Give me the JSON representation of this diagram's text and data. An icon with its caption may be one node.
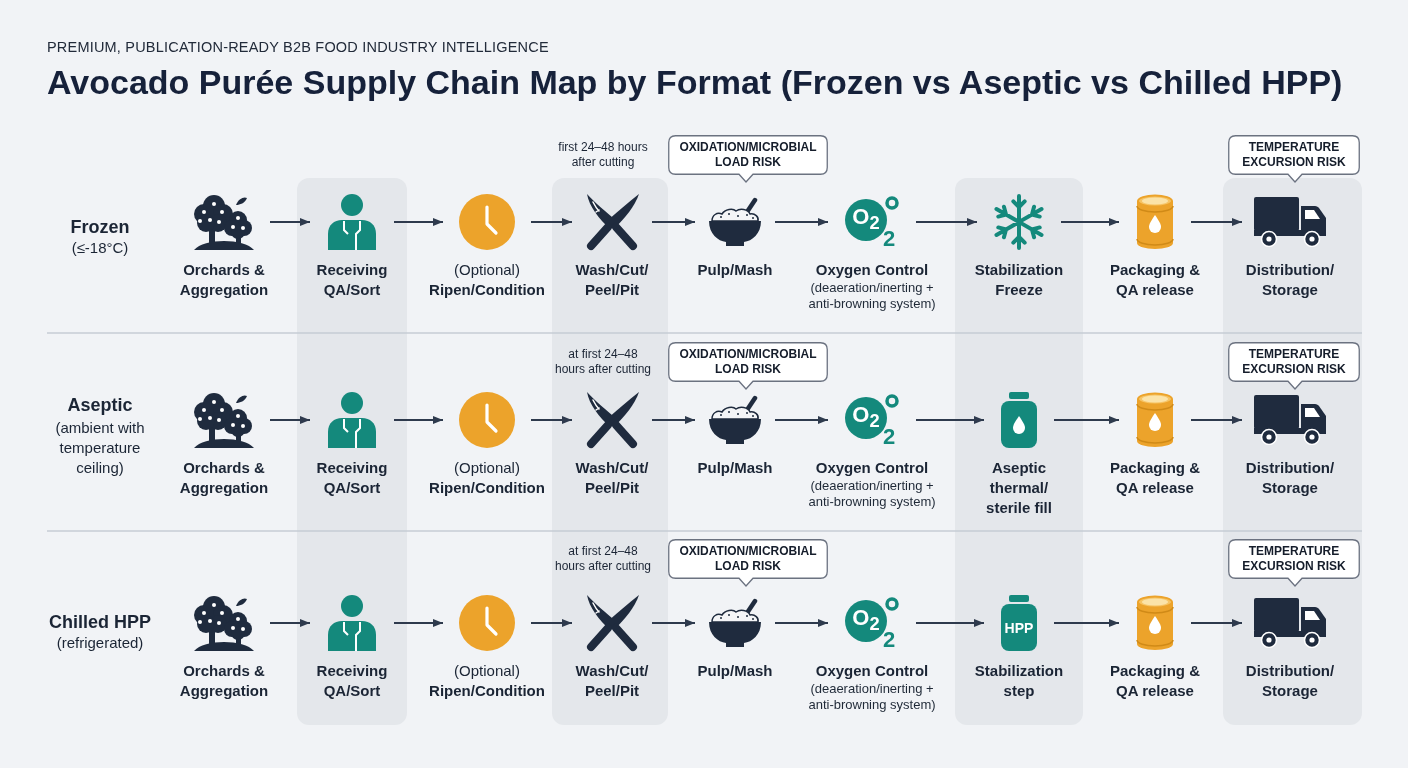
{
  "diagram": {
    "title": "Avocado Purée Supply Chain Map by Format (Frozen vs Aseptic vs Chilled HPP)",
    "nodes": [
      {
        "text": [
          "OXIDATION/MICROBIAL LOAD RISK"
        ],
        "beside": [
          "first 24–48 hours after cutting"
        ]
      },
      {
        "text": [
          "TEMPERATURE EXCURSION RISK"
        ]
      },
      {
        "text": [
          "Orchards & Aggregation"
        ]
      },
      {
        "text": [
          "Receiving QA/Sort"
        ]
      },
      {
        "text": [
          "(Optional)",
          "Ripen/Condition"
        ]
      },
      {
        "text": [
          "Wash/Cut/ Peel/Pit"
        ]
      },
      {
        "text": [
          "Pulp/Mash"
        ]
      },
      {
        "text": [
          "Oxygen Control",
          "(deaeration/inerting + anti-browning system)"
        ]
      },
      {
        "text": [
          "Stabilization Freeze"
        ]
      },
      {
        "text": [
          "Packaging & QA release"
        ]
      },
      {
        "text": [
          "Distribution/ Storage"
        ]
      },
      {
        "text": [
          "OXIDATION/MICROBIAL LOAD RISK"
        ],
        "beside": [
          "at first 24–48 hours after cutting"
        ]
      },
      {
        "text": [
          "TEMPERATURE EXCURSION RISK"
        ]
      },
      {
        "text": [
          "Orchards & Aggregation"
        ]
      },
      {
        "text": [
          "Receiving QA/Sort"
        ]
      },
      {
        "text": [
          "(Optional)",
          "Ripen/Condition"
        ]
      },
      {
        "text": [
          "Wash/Cut/ Peel/Pit"
        ]
      },
      {
        "text": [
          "Pulp/Mash"
        ]
      },
      {
        "text": [
          "Oxygen Control",
          "(deaeration/inerting + anti-browning system)"
        ]
      },
      {
        "text": [
          "Aseptic thermal/ sterile fill"
        ]
      },
      {
        "text": [
          "Packaging & QA release"
        ]
      },
      {
        "text": [
          "Distribution/ Storage"
        ]
      },
      {
        "text": [
          "OXIDATION/MICROBIAL LOAD RISK"
        ],
        "beside": [
          "at first 24–48 hours after cutting"
        ]
      },
      {
        "text": [
          "TEMPERATURE EXCURSION RISK"
        ]
      },
      {
        "text": [
          "Orchards & Aggregation"
        ]
      },
      {
        "text": [
          "Receiving QA/Sort"
        ]
      },
      {
        "text": [
          "(Optional)",
          "Ripen/Condition"
        ]
      },
      {
        "text": [
          "Wash/Cut/ Peel/Pit"
        ]
      },
      {
        "text": [
          "Pulp/Mash"
        ]
      },
      {
        "text": [
          "Oxygen Control",
          "(deaeration/inerting + anti-browning system)"
        ]
      },
      {
        "text": [
          "Stabilization step"
        ]
      },
      {
        "text": [
          "Packaging & QA release"
        ]
      },
      {
        "text": [
          "Distribution/ Storage"
        ]
      }
    ],
    "edges": [
      {
        "from": 2,
        "to": 3,
        "arrow": "to"
      },
      {
        "from": 3,
        "to": 4,
        "arrow": "to"
      },
      {
        "from": 4,
        "to": 5,
        "arrow": "to"
      },
      {
        "from": 5,
        "to": 6,
        "arrow": "to"
      },
      {
        "from": 6,
        "to": 7,
        "arrow": "to"
      },
      {
        "from": 7,
        "to": 8,
        "arrow": "to"
      },
      {
        "from": 8,
        "to": 9,
        "arrow": "to"
      },
      {
        "from": 9,
        "to": 10,
        "arrow": "to"
      },
      {
        "from": 13,
        "to": 14,
        "arrow": "to"
      },
      {
        "from": 14,
        "to": 15,
        "arrow": "to"
      },
      {
        "from": 15,
        "to": 16,
        "arrow": "to"
      },
      {
        "from": 16,
        "to": 17,
        "arrow": "to"
      },
      {
        "from": 17,
        "to": 18,
        "arrow": "to"
      },
      {
        "from": 18,
        "to": 19,
        "arrow": "to"
      },
      {
        "from": 19,
        "to": 20,
        "arrow": "to"
      },
      {
        "from": 20,
        "to": 21,
        "arrow": "to"
      },
      {
        "from": 24,
        "to": 25,
        "arrow": "to"
      },
      {
        "from": 25,
        "to": 26,
        "arrow": "to"
      },
      {
        "from": 26,
        "to": 27,
        "arrow": "to"
      },
      {
        "from": 27,
        "to": 28,
        "arrow": "to"
      },
      {
        "from": 28,
        "to": 29,
        "arrow": "to"
      },
      {
        "from": 29,
        "to": 30,
        "arrow": "to"
      },
      {
        "from": 30,
        "to": 31,
        "arrow": "to"
      },
      {
        "from": 31,
        "to": 32,
        "arrow": "to"
      }
    ],
    "labels": [
      "PREMIUM, PUBLICATION-READY B2B FOOD INDUSTRY INTELLIGENCE",
      "Frozen",
      "(≤-18°C)",
      "O$_{2}$",
      "2",
      "Aseptic",
      "(ambient with temperature ceiling)",
      "O$_{2}$",
      "2",
      "Chilled HPP",
      "(refrigerated)",
      "O$_{2}$",
      "2",
      "HPP"
    ]
  }
}
